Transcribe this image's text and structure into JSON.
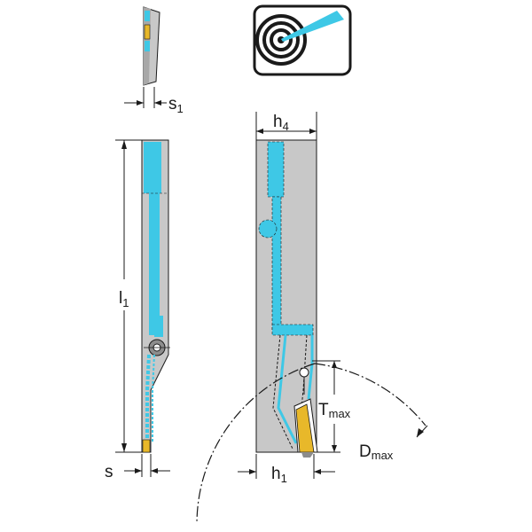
{
  "labels": {
    "s1_main": "s",
    "s1_sub": "1",
    "h4_main": "h",
    "h4_sub": "4",
    "l1_main": "l",
    "l1_sub": "1",
    "s": "s",
    "h1_main": "h",
    "h1_sub": "1",
    "tmax_main": "T",
    "tmax_sub": "max",
    "dmax_main": "D",
    "dmax_sub": "max"
  },
  "colors": {
    "coolant": "#3ec8e6",
    "body_gray": "#c8c8c8",
    "dark_gray": "#8c8c8c",
    "insert": "#e8b82a",
    "line": "#1a1a1a"
  },
  "icons": [
    "internal-coolant-target-icon"
  ]
}
